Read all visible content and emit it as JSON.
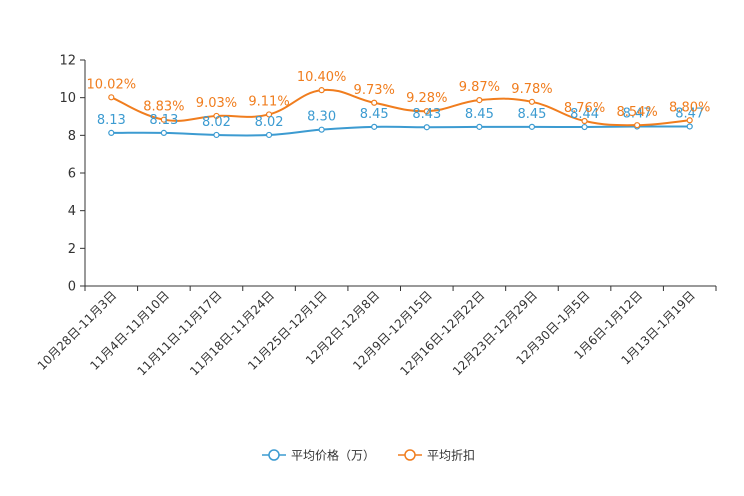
{
  "chart_data": {
    "type": "line",
    "categories": [
      "10月28日-11月3日",
      "11月4日-11月10日",
      "11月11日-11月17日",
      "11月18日-11月24日",
      "11月25日-12月1日",
      "12月2日-12月8日",
      "12月9日-12月15日",
      "12月16日-12月22日",
      "12月23日-12月29日",
      "12月30日-1月5日",
      "1月6日-1月12日",
      "1月13日-1月19日"
    ],
    "series": [
      {
        "name": "平均价格（万）",
        "color": "#3c9bd1",
        "values": [
          8.13,
          8.13,
          8.02,
          8.02,
          8.3,
          8.45,
          8.43,
          8.45,
          8.45,
          8.44,
          8.47,
          8.47
        ],
        "labels": [
          "8.13",
          "8.13",
          "8.02",
          "8.02",
          "8.30",
          "8.45",
          "8.43",
          "8.45",
          "8.45",
          "8.44",
          "8.47",
          "8.47"
        ]
      },
      {
        "name": "平均折扣",
        "color": "#f07d1e",
        "values": [
          10.02,
          8.83,
          9.03,
          9.11,
          10.4,
          9.73,
          9.28,
          9.87,
          9.78,
          8.76,
          8.54,
          8.8
        ],
        "labels": [
          "10.02%",
          "8.83%",
          "9.03%",
          "9.11%",
          "10.40%",
          "9.73%",
          "9.28%",
          "9.87%",
          "9.78%",
          "8.76%",
          "8.54%",
          "8.80%"
        ]
      }
    ],
    "yticks": [
      "0",
      "2",
      "4",
      "6",
      "8",
      "10",
      "12"
    ],
    "ylim": [
      0,
      12
    ],
    "grid": false,
    "legend_position": "bottom-center"
  }
}
